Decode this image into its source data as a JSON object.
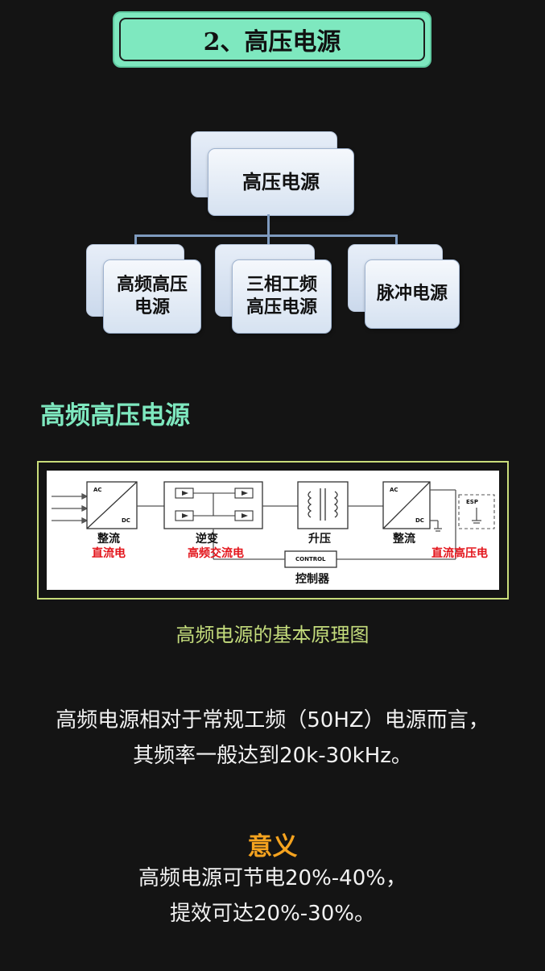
{
  "title": "2、高压电源",
  "org_chart": {
    "root": "高压电源",
    "children": [
      {
        "line1": "高频高压",
        "line2": "电源"
      },
      {
        "line1": "三相工频",
        "line2": "高压电源"
      },
      {
        "line1": "脉冲电源",
        "line2": ""
      }
    ]
  },
  "section_heading": "高频高压电源",
  "block_diagram": {
    "blocks": [
      {
        "label": "整流",
        "sub": "直流电"
      },
      {
        "label": "逆变",
        "sub": "高频交流电"
      },
      {
        "label": "升压",
        "sub": ""
      },
      {
        "label": "整流",
        "sub": "直流高压电"
      }
    ],
    "controller": {
      "box": "CONTROL",
      "label": "控制器"
    },
    "ac_label": "AC",
    "dc_label": "DC",
    "esp_label": "ESP"
  },
  "caption": "高频电源的基本原理图",
  "body": {
    "line1": "高频电源相对于常规工频（50HZ）电源而言，",
    "line2": "其频率一般达到20k-30kHz。"
  },
  "meaning": {
    "title": "意义",
    "line1": "高频电源可节电20%-40%，",
    "line2": "提效可达20%-30%。"
  },
  "colors": {
    "background": "#141414",
    "banner": "#7ee8bf",
    "heading": "#7ee8bf",
    "caption": "#c4dc7c",
    "meaning": "#f5a31f",
    "red_label": "#e3141b"
  }
}
